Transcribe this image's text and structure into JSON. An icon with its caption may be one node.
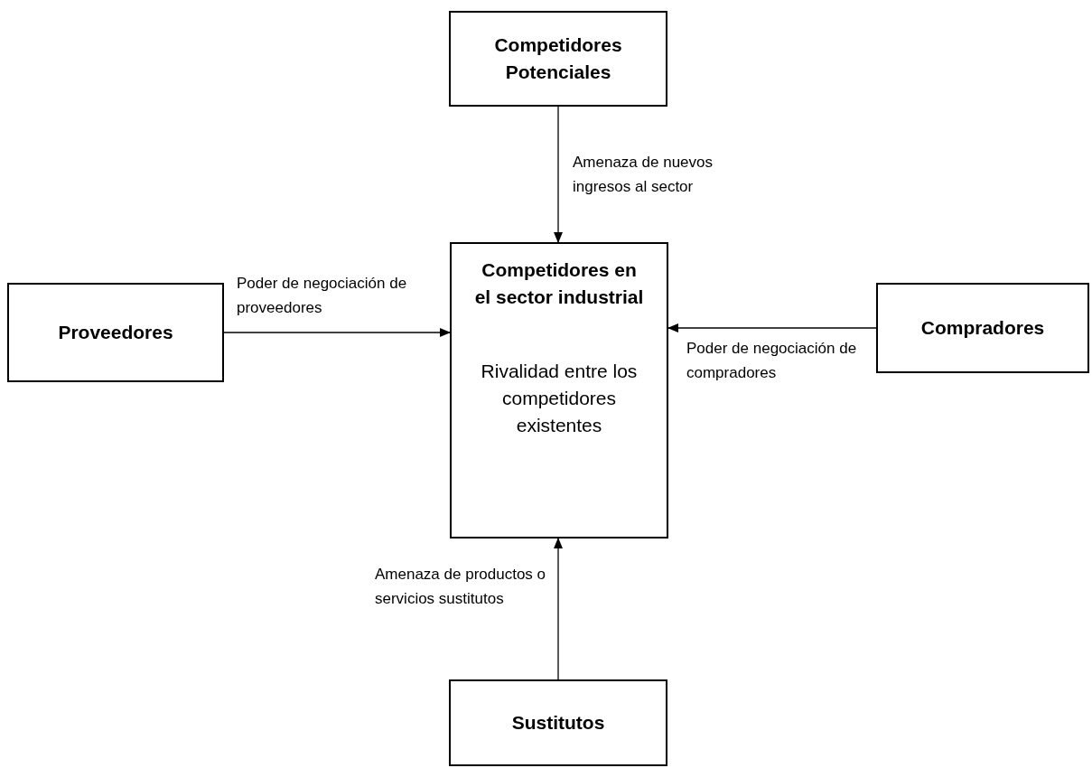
{
  "diagram": {
    "nodes": [
      {
        "text": [
          "Competidores Potenciales"
        ]
      },
      {
        "text": [
          "Competidores en el sector industrial",
          "Rivalidad entre los competidores existentes"
        ]
      },
      {
        "text": [
          "Proveedores"
        ]
      },
      {
        "text": [
          "Compradores"
        ]
      },
      {
        "text": [
          "Sustitutos"
        ]
      }
    ],
    "edges": [
      {
        "from": 0,
        "to": 1,
        "arrow": "to",
        "label": "Amenaza de nuevos ingresos al sector"
      },
      {
        "from": 2,
        "to": 1,
        "arrow": "to",
        "label": "Poder de negociación de proveedores"
      },
      {
        "from": 3,
        "to": 1,
        "arrow": "to",
        "label": "Poder de negociación de compradores"
      },
      {
        "from": 4,
        "to": 1,
        "arrow": "to",
        "label": "Amenaza de productos o servicios sustitutos"
      }
    ]
  }
}
